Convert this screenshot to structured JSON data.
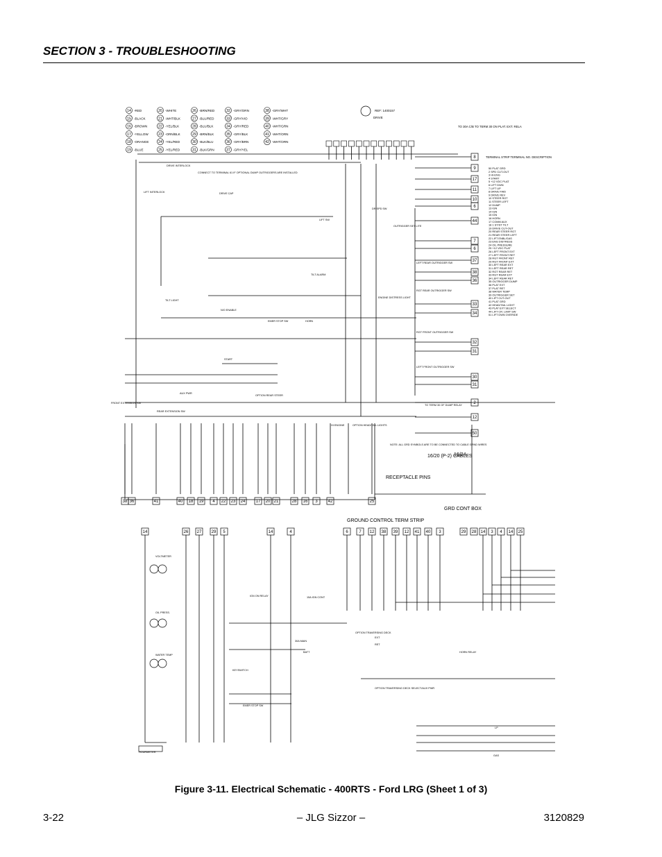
{
  "header": {
    "section_title": "SECTION 3 - TROUBLESHOOTING"
  },
  "figure": {
    "caption": "Figure 3-11.  Electrical Schematic - 400RTS - Ford LRG (Sheet 1 of 3)"
  },
  "footer": {
    "page_number": "3-22",
    "center_text": "– JLG Sizzor –",
    "doc_number": "3120829"
  },
  "diagram": {
    "wire_legend": [
      {
        "num": "14",
        "color": "RED"
      },
      {
        "num": "15",
        "color": "BLACK"
      },
      {
        "num": "16",
        "color": "BROWN"
      },
      {
        "num": "17",
        "color": "YELLOW"
      },
      {
        "num": "18",
        "color": "ORANGE"
      },
      {
        "num": "19",
        "color": "BLUE"
      },
      {
        "num": "20",
        "color": "WHITE"
      },
      {
        "num": "21",
        "color": "WHT/BLK"
      },
      {
        "num": "22",
        "color": "YEL/BLK"
      },
      {
        "num": "23",
        "color": "ORN/BLK"
      },
      {
        "num": "24",
        "color": "YEL/RED"
      },
      {
        "num": "25",
        "color": "YEL/RED"
      },
      {
        "num": "26",
        "color": "BRN/RED"
      },
      {
        "num": "27",
        "color": "BLU/RED"
      },
      {
        "num": "28",
        "color": "BLU/BLK"
      },
      {
        "num": "29",
        "color": "BRN/BLK"
      },
      {
        "num": "30",
        "color": "BLK/BLU"
      },
      {
        "num": "31",
        "color": "BLK/GRN"
      },
      {
        "num": "32",
        "color": "GRY/ORN"
      },
      {
        "num": "33",
        "color": "GRY/VIO"
      },
      {
        "num": "34",
        "color": "GRY/RED"
      },
      {
        "num": "35",
        "color": "GRY/BLK"
      },
      {
        "num": "36",
        "color": "GRY/BRN"
      },
      {
        "num": "37",
        "color": "GRY/YEL"
      },
      {
        "num": "38",
        "color": "GRY/WHT"
      },
      {
        "num": "39",
        "color": "WHT/GRY"
      },
      {
        "num": "40",
        "color": "WHT/GRN"
      },
      {
        "num": "41",
        "color": "WHT/ORN"
      },
      {
        "num": "42",
        "color": "WHT/ORN"
      }
    ],
    "ref_label": "REF: 1400157",
    "drive_label": "DRIVE",
    "term_note": "TO 30A C/B TO TERM 30 ON PLAT. EXT. RELA",
    "terminal_strip_title": "TERMINAL STRIP  TERMINAL NO. DESCRIPTION",
    "terminal_descriptions": [
      "50  PLAT GRD",
      "2  SPD CUT-OUT",
      "3  HI-ENG",
      "4  START",
      "5  +12 VDC PLAT",
      "6  LIFT DWN",
      "7  LIFT UP",
      "8  DRIVE FWD",
      "9  DRIVE REV",
      "10  STEER RGT",
      "11  STEER LEFT",
      "12  DUMP",
      "13  IGN",
      "14  IGN",
      "15  IGN",
      "16  HORN",
      "17  COMM AUX",
      "18  1 ST/ST TILT",
      "19  DRIVE CUT-OUT",
      "20  REAR STEER RGT",
      "21  REAR STEER LEFT",
      "22  LIFT ENBL/GAS",
      "23  ENG DISTRESS",
      "24  OIL PRESSURE",
      "25  +12 VDC PLAT",
      "26  LEFT FRONT EXT",
      "27  LEFT FRONT RET",
      "28  RGT FRONT RET",
      "29  RGT FRONT EXT",
      "30  LEFT REAR EXT",
      "31  LEFT REAR RET",
      "32  RGT REAR RET",
      "33  RGT REAR EXT",
      "34  LEFT REAR RET",
      "35  OUTRIGGER DUMP",
      "36  PLAT EXT",
      "37  PLAT RET",
      "38  WATER TEMP",
      "39  OUTRIGGER SET",
      "40  LIFT CUT-OUT",
      "41  PLAT GRD",
      "42  HEAD/TAIL LIGHT",
      "43  PLAT EXT SELECT",
      "44  LIFT CR. LIMIT SW",
      "51  LIFT DWN OVERIDE"
    ],
    "device_labels": [
      "DRIVE INTERLOCK",
      "LIFT INTERLOCK",
      "CONNECT TO TERMINAL 61 IF OPTIONAL DUMP OUTRIGGERS ARE INSTALLED",
      "DRIVE CAP",
      "LIFT SW",
      "DR SPD SW",
      "OUTRIGGER SET LITE",
      "TILT ALARM",
      "TILT LIGHT",
      "LEFT REAR OUTRIGGER SW",
      "RGT REAR OUTRIGGER SW",
      "ENGINE DISTRESS LIGHT",
      "RGT FRONT OUTRIGGER SW",
      "LEFT FRONT OUTRIGGER SW",
      "N/O ENABLE",
      "EMER STOP SW",
      "HORN",
      "START",
      "FRONT EXTENSION SW",
      "REAR EXTENSION SW",
      "AUX PWR",
      "OPTION REAR STEER",
      "HI ENGINE",
      "OPTION HEAD/TAIL LIGHTS",
      "TO TERM 30 OF DUMP RELAY",
      "NOTE: ALL GRD SYMBOLS ARE TO BE CONNECTED TO CABLE GRND WIRES",
      "16/24",
      "16/20 (P-2) CABLES",
      "RECEPTACLE PINS",
      "GRD CONT BOX",
      "GROUND CONTROL TERM STRIP",
      "VOLTMETER",
      "OIL PRESS.",
      "WATER TEMP",
      "HOURMETER",
      "IGN ON RELAY",
      "30A MAIN",
      "BATT",
      "15A IGN CONT",
      "OPTION TRAVERSING DECK",
      "EXT",
      "RET",
      "HORN RELAY",
      "OPTION TRAVERSING DECK SELECT/AUX PWR",
      "EMER STOP SW",
      "KEYSWITCH",
      "LP",
      "GAS"
    ],
    "bottom_terms": [
      "38",
      "36",
      "41",
      "40",
      "18",
      "19",
      "4",
      "22",
      "23",
      "24",
      "17",
      "20",
      "21",
      "28",
      "16",
      "3",
      "42",
      "25"
    ],
    "gcts_terms": [
      "6",
      "7",
      "12",
      "38",
      "39",
      "12",
      "41",
      "40",
      "3"
    ],
    "left_terms": [
      "14",
      "26",
      "27",
      "29",
      "5",
      "14",
      "4"
    ],
    "right_terms": [
      "29",
      "28",
      "14",
      "3",
      "4",
      "14",
      "25"
    ]
  }
}
